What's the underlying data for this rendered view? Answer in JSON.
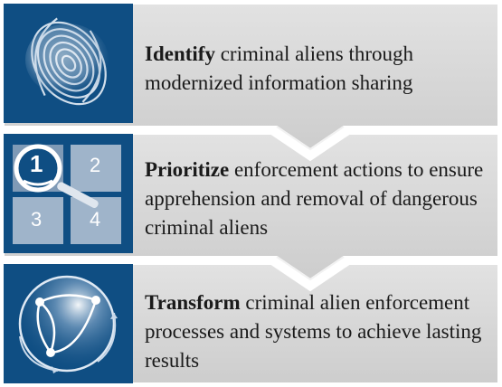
{
  "steps": [
    {
      "keyword": "Identify",
      "text": " criminal aliens through modernized information sharing",
      "icon": "fingerprint-icon"
    },
    {
      "keyword": "Prioritize",
      "text": " enforcement actions to ensure apprehension and removal of dangerous criminal aliens",
      "icon": "numbered-priority-grid-icon",
      "grid_labels": [
        "1",
        "2",
        "3",
        "4"
      ]
    },
    {
      "keyword": "Transform",
      "text": " criminal alien enforcement processes and systems to achieve lasting results",
      "icon": "network-globe-icon"
    }
  ],
  "colors": {
    "icon_tile": "#0f4e83",
    "panel": "#d4d4d4",
    "panel_edge": "#b8b8b8",
    "text": "#1a1a1a"
  }
}
